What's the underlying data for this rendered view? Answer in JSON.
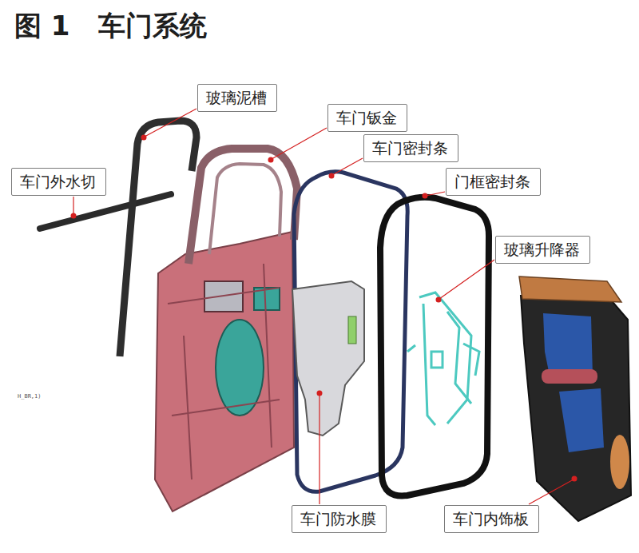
{
  "diagram": {
    "title": "图 1   车门系统",
    "nodes": [
      {
        "text": [
          "玻璃泥槽"
        ]
      },
      {
        "text": [
          "车门钣金"
        ]
      },
      {
        "text": [
          "车门密封条"
        ]
      },
      {
        "text": [
          "车门外水切"
        ]
      },
      {
        "text": [
          "门框密封条"
        ]
      },
      {
        "text": [
          "玻璃升降器"
        ]
      },
      {
        "text": [
          "车门防水膜"
        ]
      },
      {
        "text": [
          "车门内饰板"
        ]
      }
    ],
    "labels": [
      "H_BR,1)"
    ]
  }
}
